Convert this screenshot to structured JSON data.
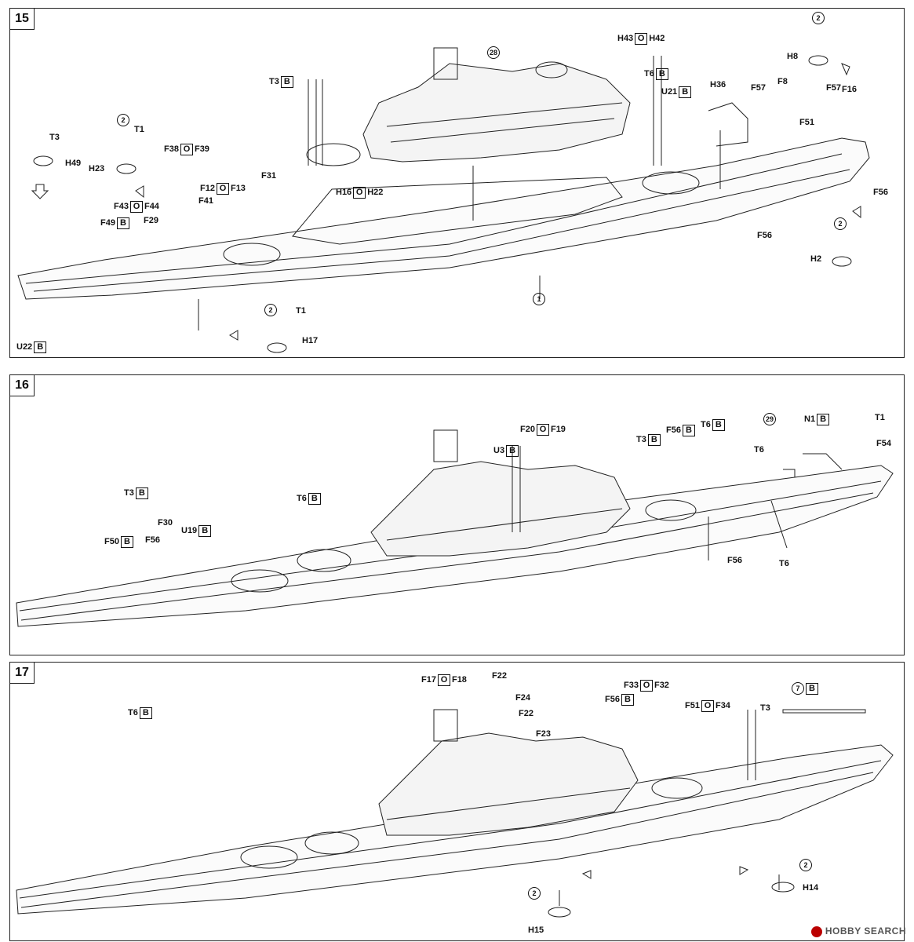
{
  "steps": [
    {
      "number": "15",
      "labels": [
        {
          "text": "T3",
          "tag": "B"
        },
        {
          "text": "H49"
        },
        {
          "text": "T3"
        },
        {
          "text": "T1"
        },
        {
          "text": "H23"
        },
        {
          "text": "F38",
          "tag": "O",
          "text2": "F39"
        },
        {
          "text": "F12",
          "tag": "O",
          "text2": "F13"
        },
        {
          "text": "F41"
        },
        {
          "text": "F31"
        },
        {
          "text": "H16",
          "tag": "O",
          "text2": "H22"
        },
        {
          "text": "F43",
          "tag": "O",
          "text2": "F44"
        },
        {
          "text": "F29"
        },
        {
          "text": "F49",
          "tag": "B"
        },
        {
          "text": "U22",
          "tag": "B"
        },
        {
          "text": "T1"
        },
        {
          "text": "H17"
        },
        {
          "text": "H43",
          "tag": "O",
          "text2": "H42"
        },
        {
          "text": "T6",
          "tag": "B"
        },
        {
          "text": "U21",
          "tag": "B"
        },
        {
          "text": "H36"
        },
        {
          "text": "F57"
        },
        {
          "text": "F8"
        },
        {
          "text": "F51"
        },
        {
          "text": "F57"
        },
        {
          "text": "F16"
        },
        {
          "text": "H8"
        },
        {
          "text": "F56"
        },
        {
          "text": "F56"
        },
        {
          "text": "H2"
        }
      ],
      "callouts": [
        "28",
        "2",
        "2",
        "2",
        "1",
        "2"
      ]
    },
    {
      "number": "16",
      "labels": [
        {
          "text": "T3",
          "tag": "B"
        },
        {
          "text": "F30"
        },
        {
          "text": "F56"
        },
        {
          "text": "F50",
          "tag": "B"
        },
        {
          "text": "U19",
          "tag": "B"
        },
        {
          "text": "T6",
          "tag": "B"
        },
        {
          "text": "F20",
          "tag": "O",
          "text2": "F19"
        },
        {
          "text": "U3",
          "tag": "B"
        },
        {
          "text": "T3",
          "tag": "B"
        },
        {
          "text": "F56",
          "tag": "B"
        },
        {
          "text": "T6",
          "tag": "B"
        },
        {
          "text": "T6"
        },
        {
          "text": "N1",
          "tag": "B"
        },
        {
          "text": "T1"
        },
        {
          "text": "F54"
        },
        {
          "text": "F56"
        },
        {
          "text": "T6"
        }
      ],
      "callouts": [
        "29"
      ]
    },
    {
      "number": "17",
      "labels": [
        {
          "text": "T6",
          "tag": "B"
        },
        {
          "text": "F17",
          "tag": "O",
          "text2": "F18"
        },
        {
          "text": "F22"
        },
        {
          "text": "F24"
        },
        {
          "text": "F22"
        },
        {
          "text": "F23"
        },
        {
          "text": "F33",
          "tag": "O",
          "text2": "F32"
        },
        {
          "text": "F56",
          "tag": "B"
        },
        {
          "text": "F51",
          "tag": "O",
          "text2": "F34"
        },
        {
          "text": "T3"
        },
        {
          "text": "H15"
        },
        {
          "text": "H14"
        }
      ],
      "callouts": [
        "7",
        "2",
        "2"
      ]
    }
  ],
  "watermark": "HOBBY SEARCH"
}
